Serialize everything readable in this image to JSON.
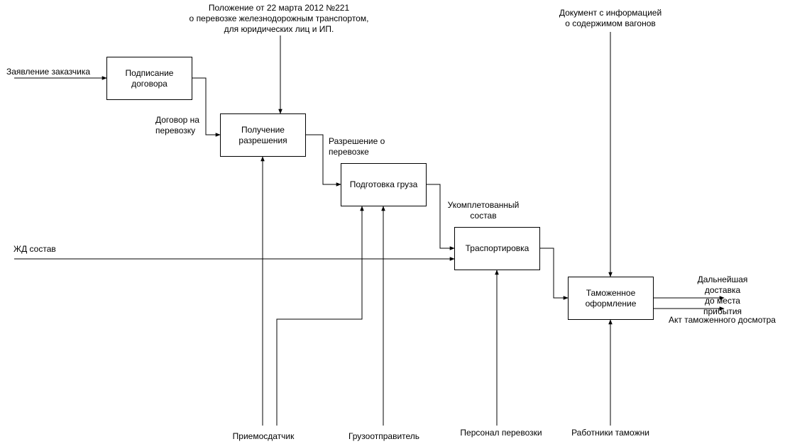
{
  "boxes": {
    "contract_signing": "Подписание договора",
    "permission": "Получение разрешения",
    "cargo_prep": "Подготовка груза",
    "transport": "Траспортировка",
    "customs": "Таможенное оформление"
  },
  "inputs": {
    "application": "Заявление заказчика",
    "train": "ЖД состав"
  },
  "controls": {
    "regulation": "Положение от 22 марта 2012 №221\nо перевозке железнодорожным транспортом,\nдля юридических лиц и ИП.",
    "wagon_doc": "Документ с информацией\nо содержимом вагонов"
  },
  "flows": {
    "contract": "Договор на\nперевозку",
    "permit": "Разрешение о\nперевозке",
    "assembled": "Укомплетованный\nсостав"
  },
  "outputs": {
    "delivery": "Дальнейшая доставка\nдо места прибытия",
    "inspection": "Акт таможенного досмотра"
  },
  "mechanisms": {
    "receiver": "Приемосдатчик",
    "shipper": "Грузоотправитель",
    "staff": "Персонал перевозки",
    "customs_staff": "Работники таможни"
  }
}
